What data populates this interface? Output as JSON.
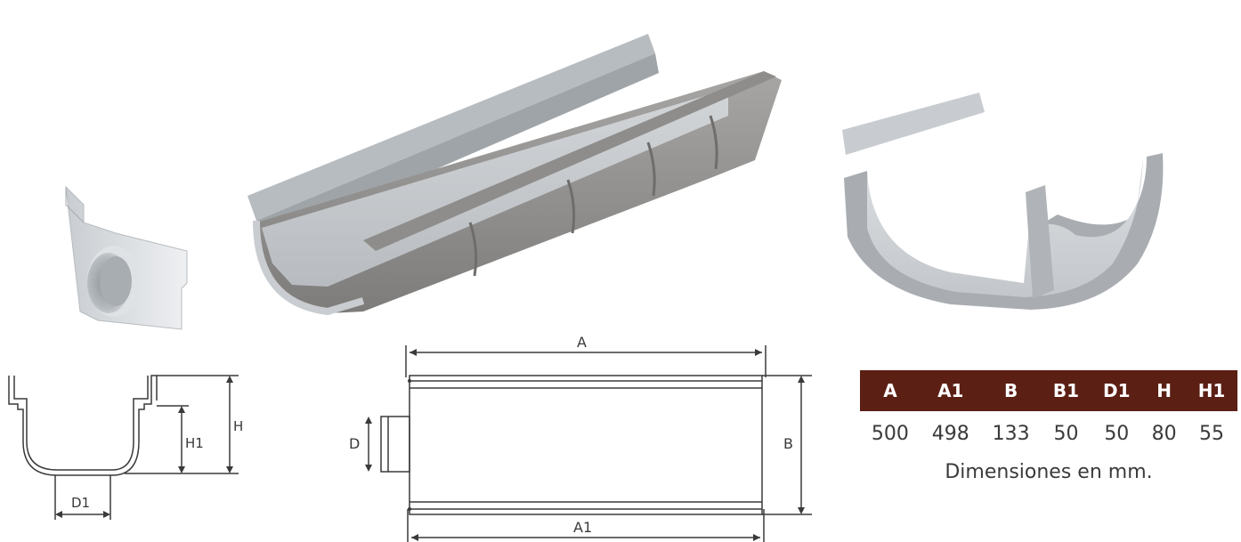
{
  "photos": {
    "end_cap_outlet": "end-cap-outlet-photo",
    "channel": "channel-photo",
    "end_cap": "end-cap-photo"
  },
  "profile_drawing": {
    "labels": {
      "h1": "H1",
      "h": "H",
      "d1": "D1"
    }
  },
  "top_drawing": {
    "labels": {
      "a": "A",
      "a1": "A1",
      "b": "B",
      "d": "D"
    }
  },
  "table": {
    "headers": [
      "A",
      "A1",
      "B",
      "B1",
      "D1",
      "H",
      "H1"
    ],
    "values": [
      "500",
      "498",
      "133",
      "50",
      "50",
      "80",
      "55"
    ]
  },
  "caption": "Dimensiones en mm.",
  "colors": {
    "header_bg": "#5b1f14",
    "header_text": "#ffffff",
    "text": "#3a3a3a"
  }
}
